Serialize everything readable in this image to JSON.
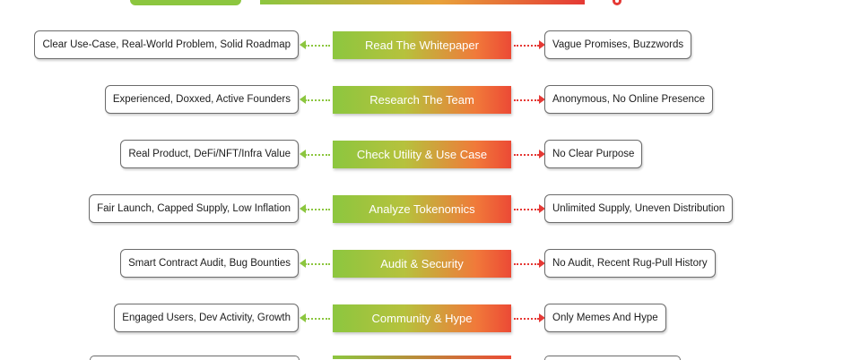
{
  "rows": [
    {
      "step": "Read The Whitepaper",
      "good": "Clear Use-Case, Real-World Problem, Solid Roadmap",
      "bad": "Vague Promises, Buzzwords"
    },
    {
      "step": "Research The Team",
      "good": "Experienced, Doxxed, Active Founders",
      "bad": "Anonymous, No Online Presence"
    },
    {
      "step": "Check Utility & Use Case",
      "good": "Real Product, DeFi/NFT/Infra Value",
      "bad": "No Clear Purpose"
    },
    {
      "step": "Analyze Tokenomics",
      "good": "Fair Launch, Capped Supply, Low Inflation",
      "bad": "Unlimited Supply, Uneven Distribution"
    },
    {
      "step": "Audit & Security",
      "good": "Smart Contract Audit, Bug Bounties",
      "bad": "No Audit, Recent Rug-Pull History"
    },
    {
      "step": "Community & Hype",
      "good": "Engaged Users, Dev Activity, Growth",
      "bad": "Only Memes And Hype"
    }
  ],
  "colors": {
    "green": "#8cc63f",
    "red": "#e53935",
    "orange": "#f07a3a"
  }
}
